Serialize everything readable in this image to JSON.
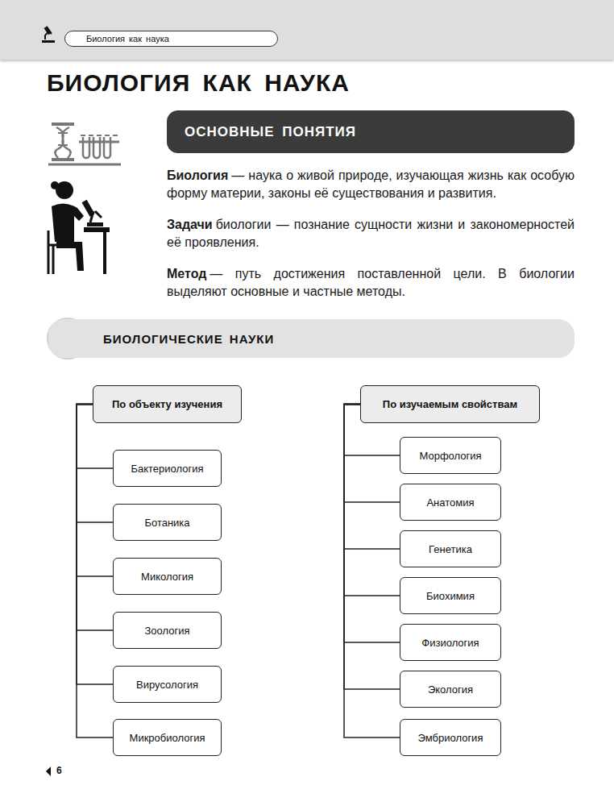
{
  "diagram": {
    "title": "БИОЛОГИЯ КАК НАУКА",
    "nodes": [
      {
        "text": [
          "Биология как наука"
        ]
      },
      {
        "text": [
          "ОСНОВНЫЕ ПОНЯТИЯ"
        ]
      },
      {
        "text": [
          "БИОЛОГИЧЕСКИЕ НАУКИ"
        ]
      },
      {
        "text": [
          "По объекту изучения"
        ]
      },
      {
        "text": [
          "Бактериология"
        ]
      },
      {
        "text": [
          "Ботаника"
        ]
      },
      {
        "text": [
          "Микология"
        ]
      },
      {
        "text": [
          "Зоология"
        ]
      },
      {
        "text": [
          "Вирусология"
        ]
      },
      {
        "text": [
          "Микробиология"
        ]
      },
      {
        "text": [
          "По изучаемым свойствам"
        ]
      },
      {
        "text": [
          "Морфология"
        ]
      },
      {
        "text": [
          "Анатомия"
        ]
      },
      {
        "text": [
          "Генетика"
        ]
      },
      {
        "text": [
          "Биохимия"
        ]
      },
      {
        "text": [
          "Физиология"
        ]
      },
      {
        "text": [
          "Экология"
        ]
      },
      {
        "text": [
          "Эмбриология"
        ]
      }
    ],
    "edges": [
      {
        "from": 3,
        "to": 4,
        "arrow": "none"
      },
      {
        "from": 3,
        "to": 5,
        "arrow": "none"
      },
      {
        "from": 3,
        "to": 6,
        "arrow": "none"
      },
      {
        "from": 3,
        "to": 7,
        "arrow": "none"
      },
      {
        "from": 3,
        "to": 8,
        "arrow": "none"
      },
      {
        "from": 3,
        "to": 9,
        "arrow": "none"
      },
      {
        "from": 10,
        "to": 11,
        "arrow": "none"
      },
      {
        "from": 10,
        "to": 12,
        "arrow": "none"
      },
      {
        "from": 10,
        "to": 13,
        "arrow": "none"
      },
      {
        "from": 10,
        "to": 14,
        "arrow": "none"
      },
      {
        "from": 10,
        "to": 15,
        "arrow": "none"
      },
      {
        "from": 10,
        "to": 16,
        "arrow": "none"
      },
      {
        "from": 10,
        "to": 17,
        "arrow": "none"
      }
    ],
    "labels": [
      "Биология",
      "— наука о живой природе, изучающая жизнь как особую форму материи, законы её существования и развития.",
      "Задачи",
      "биологии — познание сущности жизни и закономерностей её проявления.",
      "Метод",
      "— путь достижения поставленной цели. В биологии выделяют основные и частные методы.",
      "6"
    ]
  }
}
